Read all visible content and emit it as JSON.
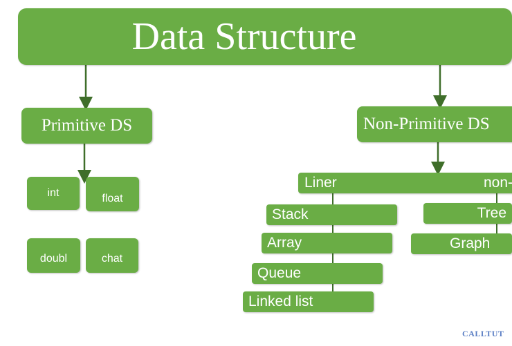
{
  "diagram": {
    "root": "Data Structure",
    "primitive": {
      "label": "Primitive DS",
      "items": [
        "int",
        "float",
        "doubl",
        "chat"
      ]
    },
    "non_primitive": {
      "label": "Non-Primitive DS",
      "liner_label": "Liner",
      "non_liner_label": "non-",
      "liner_items": [
        "Stack",
        "Array",
        "Queue",
        "Linked list"
      ],
      "non_liner_items": [
        "Tree",
        "Graph"
      ]
    },
    "watermark": "CALLTUT"
  },
  "colors": {
    "box_fill": "#6aad45",
    "connector": "#3f6e2a",
    "text": "#ffffff"
  }
}
